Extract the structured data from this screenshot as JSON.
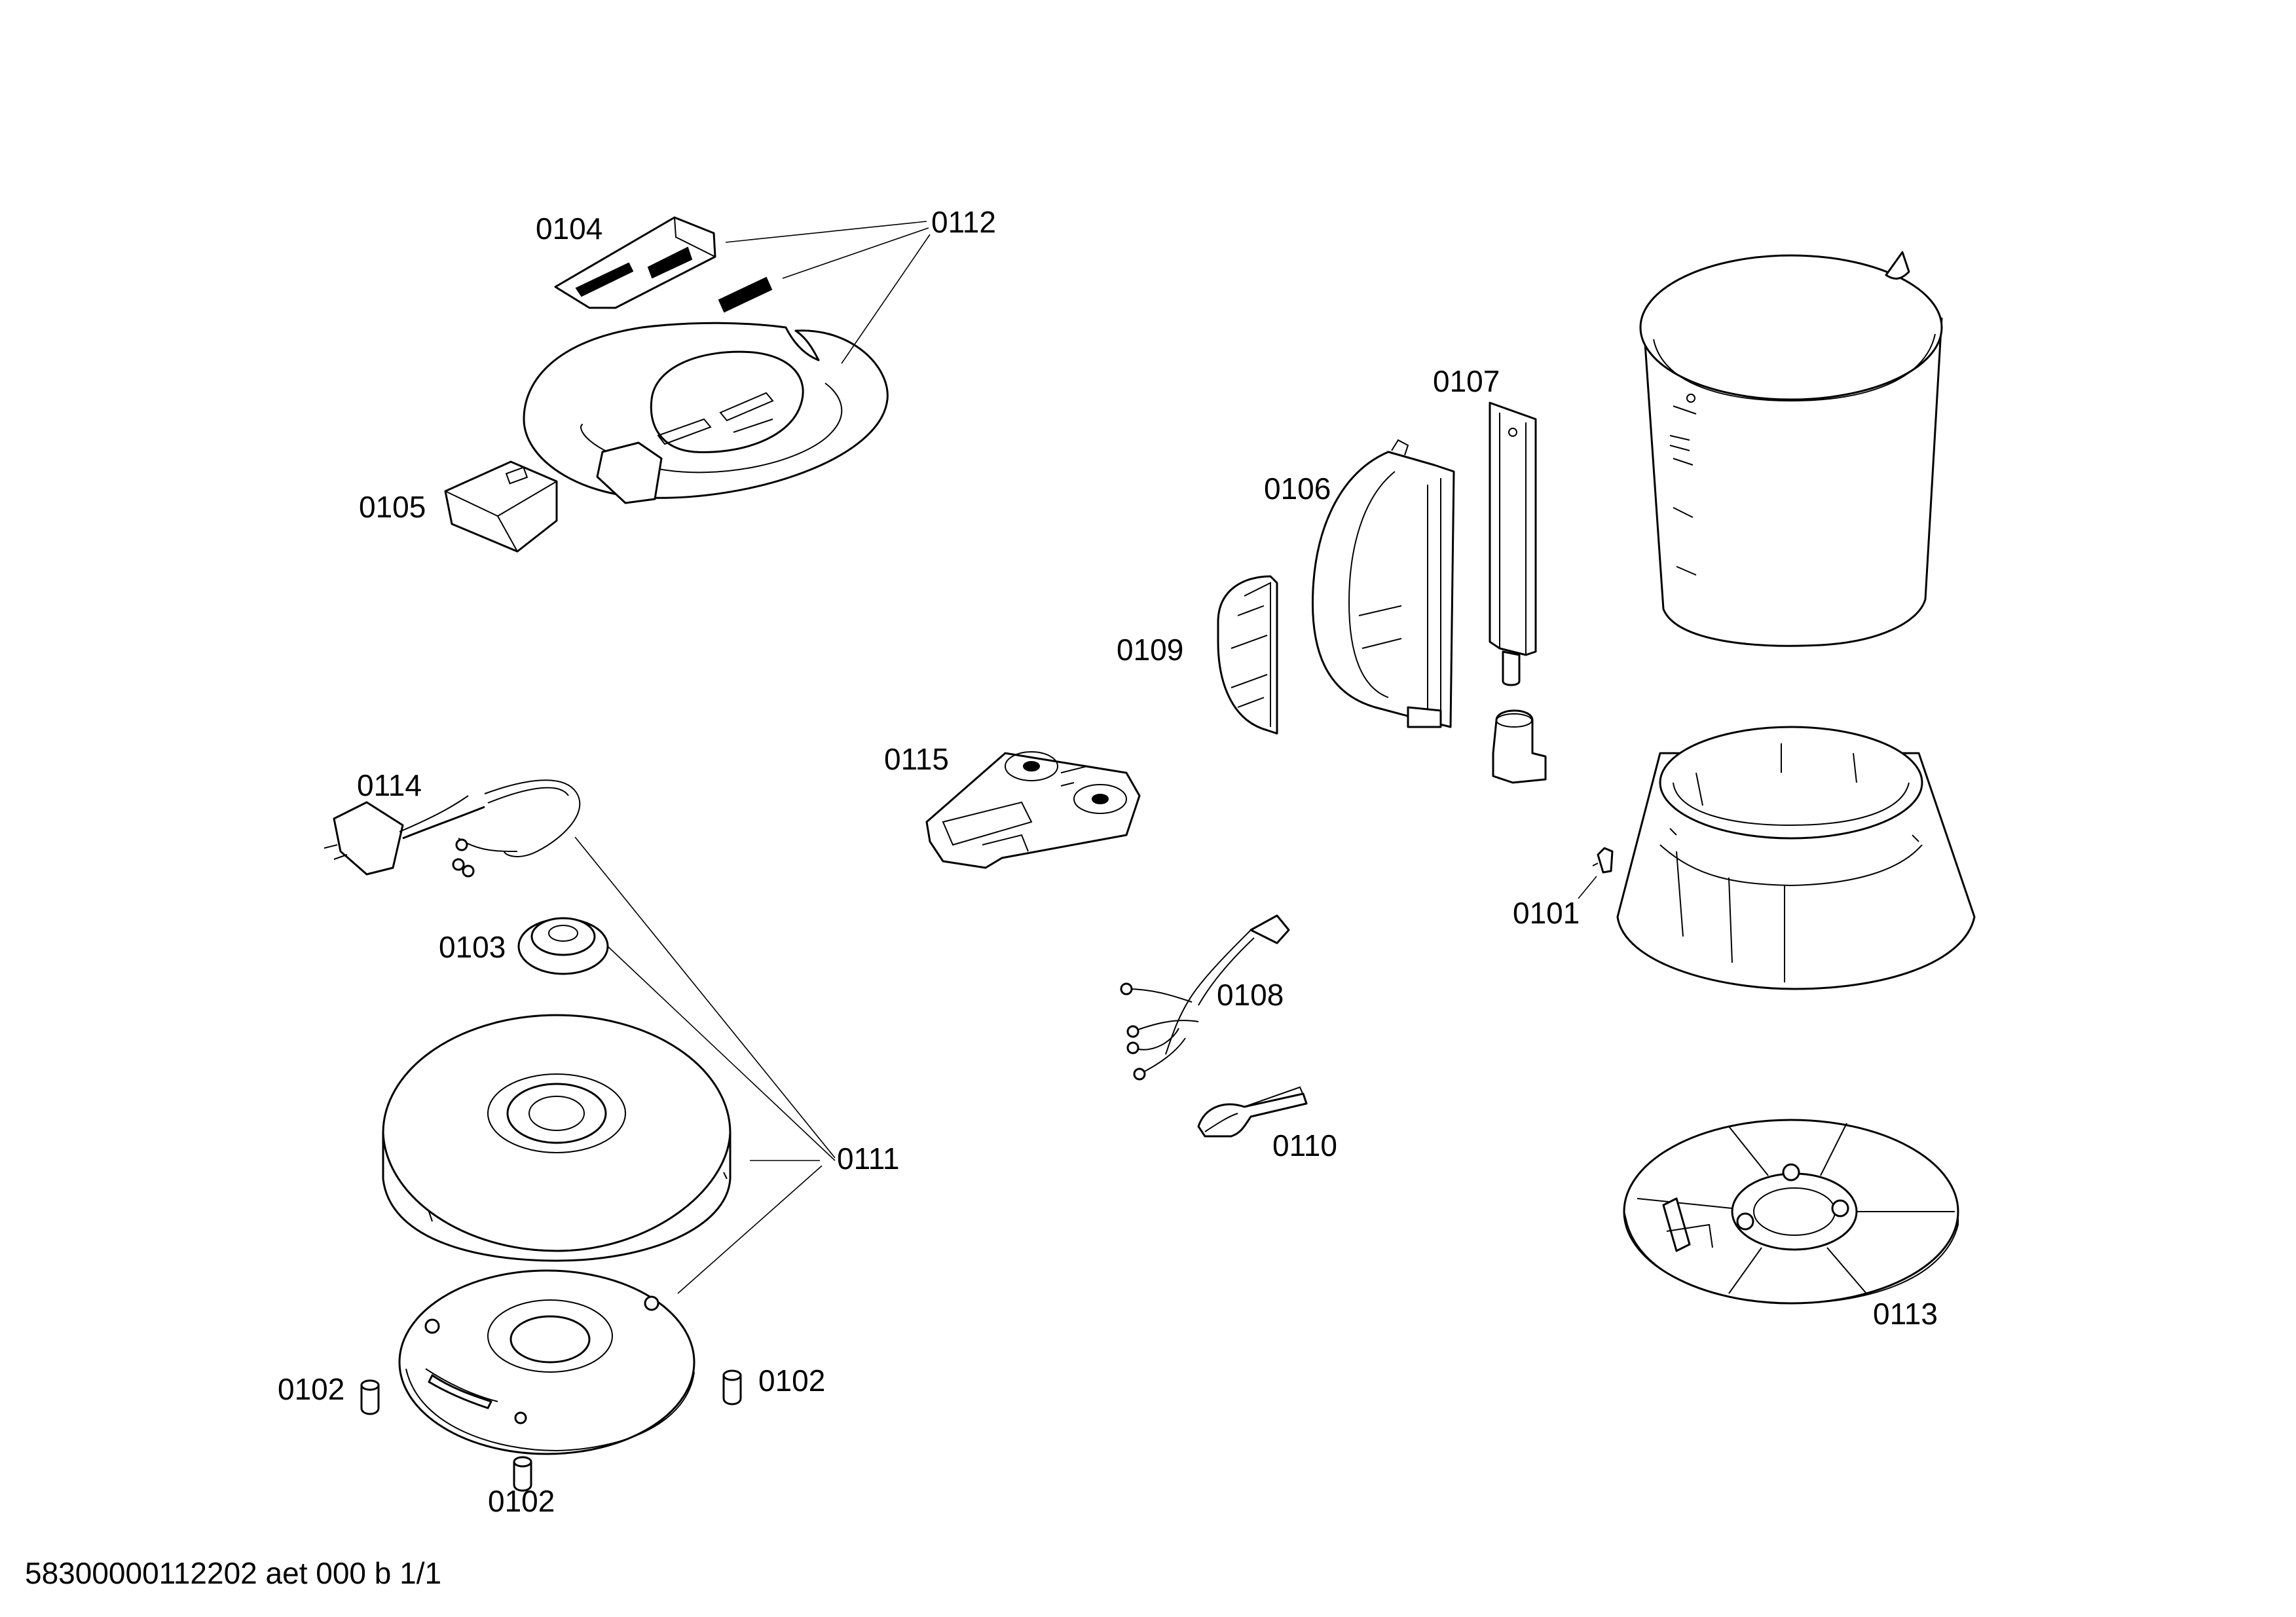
{
  "diagram": {
    "labels": {
      "p0101": "0101",
      "p0102a": "0102",
      "p0102b": "0102",
      "p0102c": "0102",
      "p0103": "0103",
      "p0104": "0104",
      "p0105": "0105",
      "p0106": "0106",
      "p0107": "0107",
      "p0108": "0108",
      "p0109": "0109",
      "p0110": "0110",
      "p0111": "0111",
      "p0112": "0112",
      "p0113": "0113",
      "p0114": "0114",
      "p0115": "0115"
    },
    "footer": "58300000112202 aet 000 b 1/1"
  }
}
